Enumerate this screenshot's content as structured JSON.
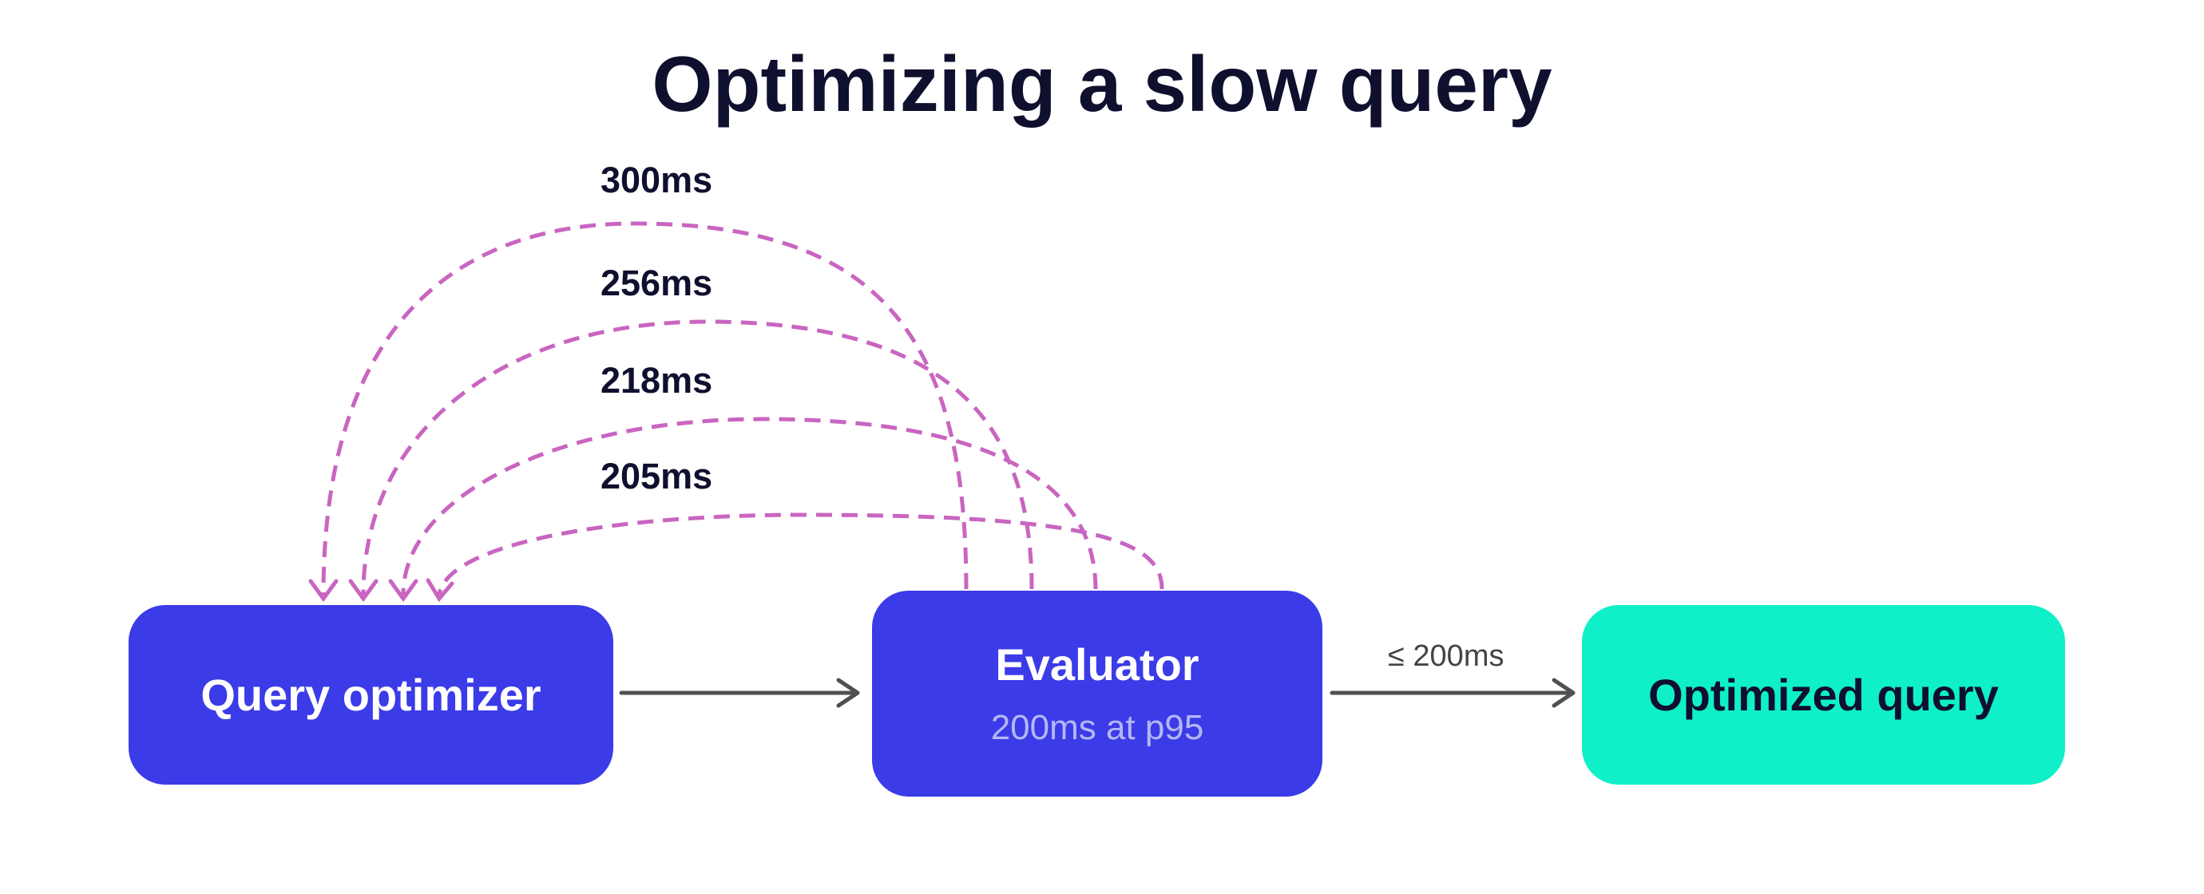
{
  "title": "Optimizing a slow query",
  "colors": {
    "node_blue": "#3b3be8",
    "node_teal": "#0ff0c8",
    "loop_dash": "#c965c0",
    "arrow": "#505050",
    "evaluator_sub_text": "#b4b8f5"
  },
  "nodes": {
    "query_optimizer": {
      "label": "Query optimizer"
    },
    "evaluator": {
      "label": "Evaluator",
      "sublabel": "200ms at p95"
    },
    "optimized_query": {
      "label": "Optimized query"
    }
  },
  "edges": {
    "optimizer_to_evaluator": {
      "label": ""
    },
    "evaluator_to_output": {
      "label": "≤ 200ms"
    }
  },
  "feedback_loops": [
    {
      "label": "300ms"
    },
    {
      "label": "256ms"
    },
    {
      "label": "218ms"
    },
    {
      "label": "205ms"
    }
  ]
}
